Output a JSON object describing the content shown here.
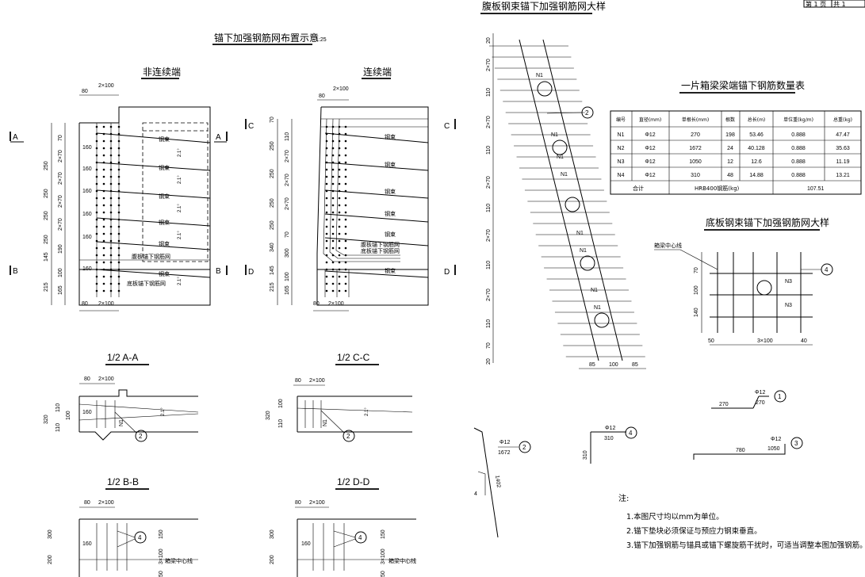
{
  "page_box": {
    "current": "第 1 页",
    "total": "共 1"
  },
  "titles": {
    "layout": "锚下加强钢筋网布置示意",
    "layout_scale": "1:25",
    "non_cont": "非连续端",
    "cont": "连续端",
    "web_detail": "腹板钢束锚下加强钢筋网大样",
    "table_title": "一片箱梁梁端锚下钢筋数量表",
    "bottom_detail": "底板钢束锚下加强钢筋网大样",
    "sec_aa": "1/2 A-A",
    "sec_cc": "1/2 C-C",
    "sec_bb": "1/2 B-B",
    "sec_dd": "1/2 D-D"
  },
  "section_marks": {
    "a": "A",
    "b": "B",
    "c": "C",
    "d": "D"
  },
  "labels": {
    "tendon": "钢束",
    "web_net": "腹板锚下钢筋网",
    "bottom_net": "底板锚下钢筋网",
    "beam_center": "箱梁中心线",
    "n1": "N1",
    "n2": "N2",
    "n3": "N3",
    "n4": "N4",
    "slope": "2.1°"
  },
  "dims": {
    "d80": "80",
    "d2x100": "2×100",
    "d3x100": "3×100",
    "d70": "70",
    "d250": "250",
    "d110": "110",
    "d2x70": "2×70",
    "d145": "145",
    "d190": "190",
    "d215": "215",
    "d165": "165",
    "d100": "100",
    "d340": "340",
    "d300": "300",
    "d160": "160",
    "d320": "320",
    "d200": "200",
    "d150": "150",
    "d50": "50",
    "d40": "40",
    "d140": "140",
    "d20": "20",
    "d85": "85"
  },
  "table": {
    "headers": [
      "编号",
      "直径(mm)",
      "单根长(mm)",
      "根数",
      "总长(m)",
      "单位重(kg/m)",
      "总重(kg)"
    ],
    "rows": [
      [
        "N1",
        "Φ12",
        "270",
        "198",
        "53.46",
        "0.888",
        "47.47"
      ],
      [
        "N2",
        "Φ12",
        "1672",
        "24",
        "40.128",
        "0.888",
        "35.63"
      ],
      [
        "N3",
        "Φ12",
        "1050",
        "12",
        "12.6",
        "0.888",
        "11.19"
      ],
      [
        "N4",
        "Φ12",
        "310",
        "48",
        "14.88",
        "0.888",
        "13.21"
      ]
    ],
    "total_label": "合计",
    "total_type": "HRB400钢筋(kg)",
    "total_value": "107.51"
  },
  "bars": {
    "b1": {
      "id": "1",
      "dia": "Φ12",
      "len": "270",
      "seg": "270"
    },
    "b2": {
      "id": "2",
      "dia": "Φ12",
      "len": "1672",
      "seg": "1402",
      "hook": "4"
    },
    "b3": {
      "id": "3",
      "dia": "Φ12",
      "len": "1050",
      "seg": "780"
    },
    "b4": {
      "id": "4",
      "dia": "Φ12",
      "len": "310",
      "seg": "310"
    }
  },
  "notes": {
    "head": "注:",
    "n1": "1.本图尺寸均以mm为单位。",
    "n2": "2.锚下垫块必须保证与预应力钢束垂直。",
    "n3": "3.锚下加强钢筋与锚具或锚下螺旋筋干扰时，可适当调整本图加强钢筋。"
  }
}
